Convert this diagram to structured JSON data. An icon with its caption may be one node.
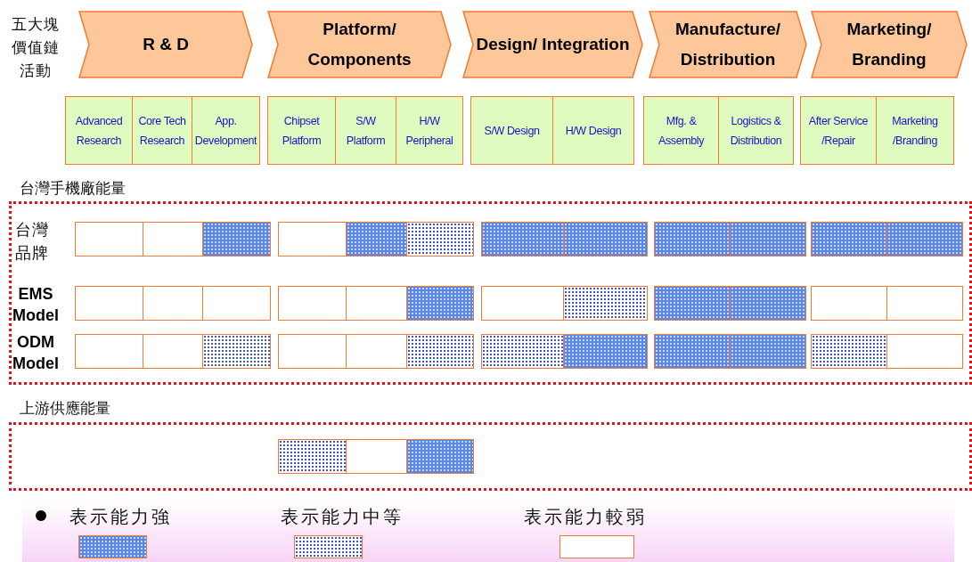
{
  "diagram": {
    "nodes": [
      {
        "text": [
          "R & D"
        ]
      },
      {
        "text": [
          "Platform/ Components"
        ]
      },
      {
        "text": [
          "Design/ Integration"
        ]
      },
      {
        "text": [
          "Manufacture/ Distribution"
        ]
      },
      {
        "text": [
          "Marketing/ Branding"
        ]
      },
      {
        "text": [
          "Advanced Research"
        ]
      },
      {
        "text": [
          "Core Tech Research"
        ]
      },
      {
        "text": [
          "App. Development"
        ]
      },
      {
        "text": [
          "Chipset Platform"
        ]
      },
      {
        "text": [
          "S/W Platform"
        ]
      },
      {
        "text": [
          "H/W Peripheral"
        ]
      },
      {
        "text": [
          "S/W Design"
        ]
      },
      {
        "text": [
          "H/W Design"
        ]
      },
      {
        "text": [
          "Mfg. & Assembly"
        ]
      },
      {
        "text": [
          "Logistics & Distribution"
        ]
      },
      {
        "text": [
          "After Service /Repair"
        ]
      },
      {
        "text": [
          "Marketing /Branding"
        ]
      },
      {
        "text": [
          "台灣手機廠能量"
        ]
      },
      {
        "text": [],
        "shape": "box",
        "in": 17
      },
      {
        "text": [],
        "shape": "box",
        "in": 17
      },
      {
        "text": [],
        "shape": "box",
        "in": 17
      },
      {
        "text": [],
        "shape": "box",
        "in": 17
      },
      {
        "text": [],
        "shape": "box",
        "in": 17
      },
      {
        "text": [],
        "shape": "box",
        "in": 17
      },
      {
        "text": [],
        "shape": "box",
        "in": 17
      },
      {
        "text": [],
        "shape": "box",
        "in": 17
      },
      {
        "text": [],
        "shape": "box",
        "in": 17
      },
      {
        "text": [],
        "shape": "box",
        "in": 17
      },
      {
        "text": [],
        "shape": "box",
        "in": 17
      },
      {
        "text": [],
        "shape": "box",
        "in": 17
      },
      {
        "text": [],
        "shape": "box",
        "in": 17
      },
      {
        "text": [],
        "shape": "box",
        "in": 17
      },
      {
        "text": [],
        "shape": "box",
        "in": 17
      },
      {
        "text": [],
        "shape": "box",
        "in": 17
      },
      {
        "text": [],
        "shape": "box",
        "in": 17
      },
      {
        "text": [],
        "shape": "box",
        "in": 17
      },
      {
        "text": [],
        "shape": "box",
        "in": 17
      },
      {
        "text": [],
        "shape": "box",
        "in": 17
      },
      {
        "text": [],
        "shape": "box",
        "in": 17
      },
      {
        "text": [],
        "shape": "box",
        "in": 17
      },
      {
        "text": [],
        "shape": "box",
        "in": 17
      },
      {
        "text": [],
        "shape": "box",
        "in": 17
      },
      {
        "text": [],
        "shape": "box",
        "in": 17
      },
      {
        "text": [],
        "shape": "box",
        "in": 17
      },
      {
        "text": [],
        "shape": "box",
        "in": 17
      },
      {
        "text": [],
        "shape": "box",
        "in": 17
      },
      {
        "text": [],
        "shape": "box",
        "in": 17
      },
      {
        "text": [],
        "shape": "box",
        "in": 17
      },
      {
        "text": [],
        "shape": "box",
        "in": 17
      },
      {
        "text": [],
        "shape": "box",
        "in": 17
      },
      {
        "text": [],
        "shape": "box",
        "in": 17
      },
      {
        "text": [],
        "shape": "box",
        "in": 17
      },
      {
        "text": [],
        "shape": "box",
        "in": 17
      },
      {
        "text": [],
        "shape": "box",
        "in": 17
      },
      {
        "text": [
          "上游供應能量"
        ]
      },
      {
        "text": [],
        "shape": "box",
        "in": 54
      },
      {
        "text": [],
        "shape": "box",
        "in": 54
      },
      {
        "text": [],
        "shape": "box",
        "in": 54
      }
    ],
    "labels": [
      "五大塊價值鏈活動",
      "台灣品牌",
      "EMS Model",
      "ODM Model"
    ],
    "legend": [
      {
        "text": "表示能力強"
      },
      {
        "text": "表示能力中等"
      },
      {
        "text": "表示能力較弱"
      }
    ]
  }
}
